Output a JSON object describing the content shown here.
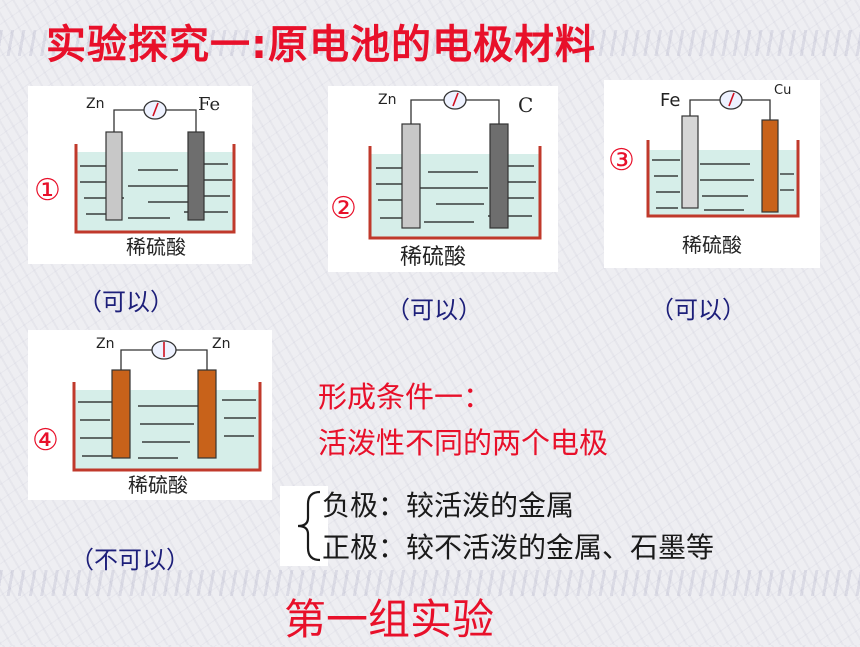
{
  "title": "实验探究一:原电池的电极材料",
  "experiments": [
    {
      "number": "①",
      "left_electrode": "Zn",
      "right_electrode": "Fe",
      "solution": "稀硫酸",
      "result": "（可以）",
      "left_color": "#c8c8c8",
      "right_color": "#6e6e6e"
    },
    {
      "number": "②",
      "left_electrode": "Zn",
      "right_electrode": "C",
      "solution": "稀硫酸",
      "result": "（可以）",
      "left_color": "#c8c8c8",
      "right_color": "#6e6e6e"
    },
    {
      "number": "③",
      "left_electrode": "Fe",
      "right_electrode": "Cu",
      "solution": "稀硫酸",
      "result": "（可以）",
      "left_color": "#d6d6d6",
      "right_color": "#c8621a"
    },
    {
      "number": "④",
      "left_electrode": "Zn",
      "right_electrode": "Zn",
      "solution": "稀硫酸",
      "result": "（不可以）",
      "left_color": "#c8621a",
      "right_color": "#c8621a"
    }
  ],
  "condition": {
    "heading": "形成条件一：",
    "text": "活泼性不同的两个电极"
  },
  "poles": {
    "negative": "负极：较活泼的金属",
    "positive": "正极：较不活泼的金属、石墨等"
  },
  "group_label": "第一组实验",
  "colors": {
    "accent_red": "#e8102a",
    "result_blue": "#1d1f7a",
    "solution_fill": "#d6eee9",
    "beaker_wall": "#c0392b"
  }
}
